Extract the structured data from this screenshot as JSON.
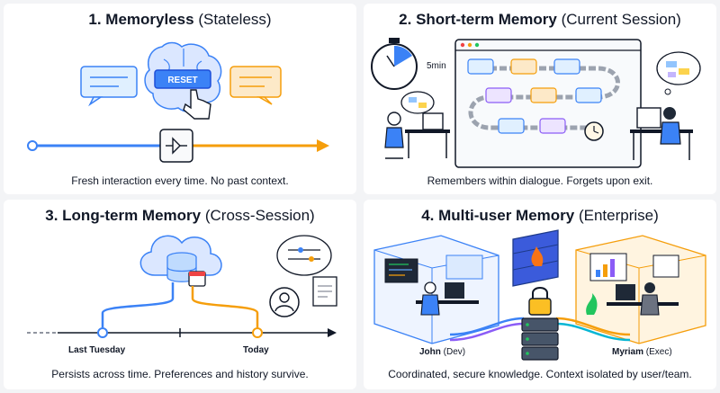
{
  "panels": [
    {
      "title_bold": "1. Memoryless",
      "title_rest": " (Stateless)",
      "caption": "Fresh interaction every time. No past context.",
      "reset_label": "RESET"
    },
    {
      "title_bold": "2. Short-term Memory",
      "title_rest": " (Current Session)",
      "caption": "Remembers within dialogue. Forgets upon exit.",
      "timer_label": "5min"
    },
    {
      "title_bold": "3. Long-term Memory",
      "title_rest": " (Cross-Session)",
      "caption": "Persists across time. Preferences and history survive.",
      "timeline_start": "Last Tuesday",
      "timeline_end": "Today"
    },
    {
      "title_bold": "4. Multi-user Memory",
      "title_rest": " (Enterprise)",
      "caption": "Coordinated, secure knowledge. Context isolated by user/team.",
      "user_left_name": "John",
      "user_left_role": " (Dev)",
      "user_right_name": "Myriam",
      "user_right_role": " (Exec)"
    }
  ],
  "colors": {
    "blue_accent": "#3b82f6",
    "orange_accent": "#f59e0b",
    "purple_accent": "#8b5cf6",
    "teal_accent": "#06b6d4",
    "panel_bg": "#ffffff",
    "page_bg": "#f3f4f6"
  },
  "icons": [
    "brain-icon",
    "chat-bubble-icon",
    "hand-cursor-icon",
    "stopwatch-icon",
    "chain-icon",
    "cloud-database-icon",
    "calendar-icon",
    "user-avatar-icon",
    "firewall-icon",
    "server-icon",
    "padlock-icon"
  ]
}
